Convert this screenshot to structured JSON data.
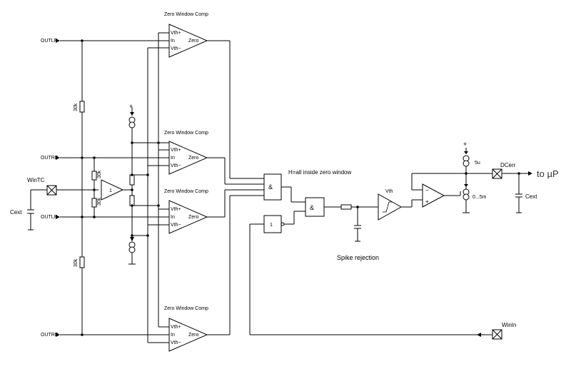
{
  "comparators": {
    "title": "Zero Window Comp",
    "pin_vth_plus": "Vth+",
    "pin_in": "In",
    "pin_vth_minus": "Vth−",
    "pin_out": "Zero"
  },
  "inputs": {
    "outlf": "OUTLF",
    "outrf": "OUTRF",
    "outlr": "OUTLR",
    "outrr": "OUTRR"
  },
  "resistors": {
    "upper": "30k",
    "lower": "30k",
    "mid1": "30k",
    "mid2": "30k"
  },
  "wintc": {
    "label": "WinTC",
    "cap_label": "Cext"
  },
  "buffer": {
    "label": "1"
  },
  "gates": {
    "and1": "&",
    "and2": "&",
    "inv": "1",
    "note": "H=all inside zero window"
  },
  "spike": {
    "label": "Spike rejection",
    "vth_label": "Vth"
  },
  "output": {
    "src_label": "5u",
    "sink_label": "0...5m",
    "dcerr": "DCerr",
    "to_up": "to µP",
    "cap_label": "Cext",
    "plus": "+"
  },
  "winin": {
    "label": "WinIn"
  },
  "supply": {
    "plus": "+",
    "minus": "−"
  }
}
